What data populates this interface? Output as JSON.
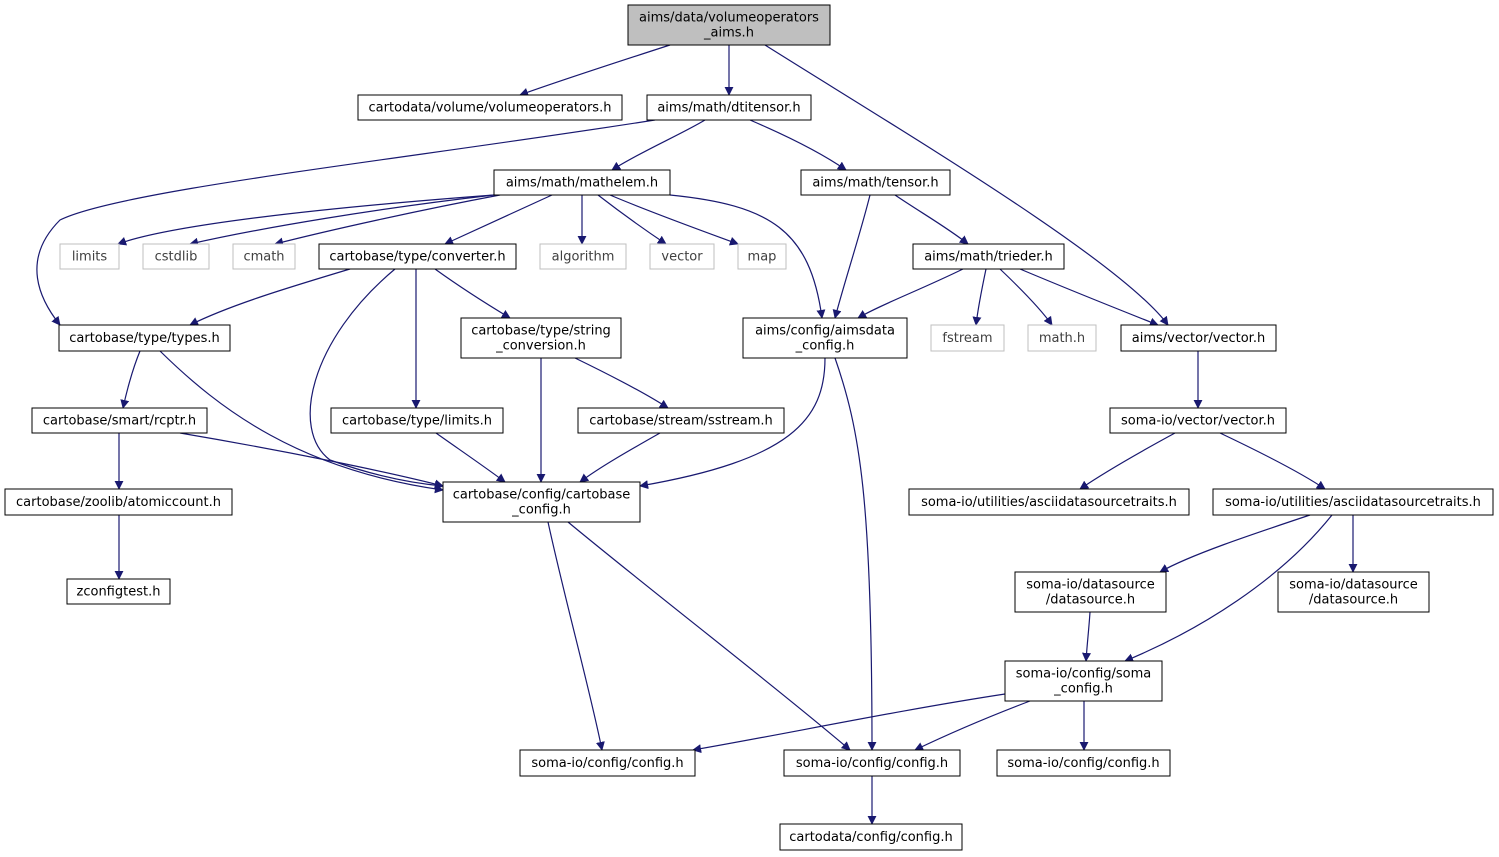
{
  "colors": {
    "edge": "#191970",
    "node_border": "#000000",
    "node_border_ext": "#bfbfbf",
    "root_fill": "#bfbfbf",
    "node_fill": "#ffffff",
    "ext_text": "#404040"
  },
  "nodes": [
    {
      "id": "n0",
      "lines": [
        "aims/data/volumeoperators",
        "_aims.h"
      ],
      "kind": "root"
    },
    {
      "id": "n1",
      "lines": [
        "cartodata/volume/volumeoperators.h"
      ],
      "kind": "local"
    },
    {
      "id": "n2",
      "lines": [
        "aims/math/dtitensor.h"
      ],
      "kind": "local"
    },
    {
      "id": "n3",
      "lines": [
        "aims/vector/vector.h"
      ],
      "kind": "local"
    },
    {
      "id": "n4",
      "lines": [
        "aims/math/mathelem.h"
      ],
      "kind": "local"
    },
    {
      "id": "n5",
      "lines": [
        "aims/math/tensor.h"
      ],
      "kind": "local"
    },
    {
      "id": "n6",
      "lines": [
        "limits"
      ],
      "kind": "system"
    },
    {
      "id": "n7",
      "lines": [
        "cstdlib"
      ],
      "kind": "system"
    },
    {
      "id": "n8",
      "lines": [
        "cmath"
      ],
      "kind": "system"
    },
    {
      "id": "n9",
      "lines": [
        "cartobase/type/converter.h"
      ],
      "kind": "local"
    },
    {
      "id": "n10",
      "lines": [
        "algorithm"
      ],
      "kind": "system"
    },
    {
      "id": "n11",
      "lines": [
        "vector"
      ],
      "kind": "system"
    },
    {
      "id": "n12",
      "lines": [
        "map"
      ],
      "kind": "system"
    },
    {
      "id": "n13",
      "lines": [
        "aims/math/trieder.h"
      ],
      "kind": "local"
    },
    {
      "id": "n14",
      "lines": [
        "cartobase/type/types.h"
      ],
      "kind": "local"
    },
    {
      "id": "n15",
      "lines": [
        "cartobase/type/string",
        "_conversion.h"
      ],
      "kind": "local"
    },
    {
      "id": "n16",
      "lines": [
        "aims/config/aimsdata",
        "_config.h"
      ],
      "kind": "local"
    },
    {
      "id": "n17",
      "lines": [
        "fstream"
      ],
      "kind": "system"
    },
    {
      "id": "n18",
      "lines": [
        "math.h"
      ],
      "kind": "system"
    },
    {
      "id": "n19",
      "lines": [
        "cartobase/smart/rcptr.h"
      ],
      "kind": "local"
    },
    {
      "id": "n20",
      "lines": [
        "cartobase/type/limits.h"
      ],
      "kind": "local"
    },
    {
      "id": "n21",
      "lines": [
        "cartobase/stream/sstream.h"
      ],
      "kind": "local"
    },
    {
      "id": "n22",
      "lines": [
        "soma-io/vector/vector.h"
      ],
      "kind": "local"
    },
    {
      "id": "n23",
      "lines": [
        "cartobase/zoolib/atomiccount.h"
      ],
      "kind": "local"
    },
    {
      "id": "n24",
      "lines": [
        "cartobase/config/cartobase",
        "_config.h"
      ],
      "kind": "local"
    },
    {
      "id": "n25",
      "lines": [
        "soma-io/utilities/asciidatasourcetraits.h"
      ],
      "kind": "local"
    },
    {
      "id": "n26",
      "lines": [
        "soma-io/utilities/asciidatasourcetraits.h"
      ],
      "kind": "local"
    },
    {
      "id": "n27",
      "lines": [
        "zconfigtest.h"
      ],
      "kind": "local"
    },
    {
      "id": "n28",
      "lines": [
        "soma-io/datasource",
        "/datasource.h"
      ],
      "kind": "local"
    },
    {
      "id": "n29",
      "lines": [
        "soma-io/datasource",
        "/datasource.h"
      ],
      "kind": "local"
    },
    {
      "id": "n30",
      "lines": [
        "soma-io/config/soma",
        "_config.h"
      ],
      "kind": "local"
    },
    {
      "id": "n31",
      "lines": [
        "soma-io/config/config.h"
      ],
      "kind": "local"
    },
    {
      "id": "n32",
      "lines": [
        "soma-io/config/config.h"
      ],
      "kind": "local"
    },
    {
      "id": "n33",
      "lines": [
        "soma-io/config/config.h"
      ],
      "kind": "local"
    },
    {
      "id": "n34",
      "lines": [
        "cartodata/config/config.h"
      ],
      "kind": "local"
    }
  ],
  "edges": [
    [
      "n0",
      "n1"
    ],
    [
      "n0",
      "n2"
    ],
    [
      "n0",
      "n3"
    ],
    [
      "n2",
      "n4"
    ],
    [
      "n2",
      "n5"
    ],
    [
      "n2",
      "n14"
    ],
    [
      "n4",
      "n6"
    ],
    [
      "n4",
      "n7"
    ],
    [
      "n4",
      "n8"
    ],
    [
      "n4",
      "n9"
    ],
    [
      "n4",
      "n10"
    ],
    [
      "n4",
      "n11"
    ],
    [
      "n4",
      "n12"
    ],
    [
      "n4",
      "n16"
    ],
    [
      "n5",
      "n13"
    ],
    [
      "n5",
      "n16"
    ],
    [
      "n13",
      "n16"
    ],
    [
      "n13",
      "n17"
    ],
    [
      "n13",
      "n18"
    ],
    [
      "n13",
      "n3"
    ],
    [
      "n9",
      "n14"
    ],
    [
      "n9",
      "n15"
    ],
    [
      "n9",
      "n20"
    ],
    [
      "n9",
      "n24"
    ],
    [
      "n14",
      "n19"
    ],
    [
      "n14",
      "n24"
    ],
    [
      "n15",
      "n21"
    ],
    [
      "n15",
      "n24"
    ],
    [
      "n16",
      "n24"
    ],
    [
      "n16",
      "n32"
    ],
    [
      "n19",
      "n23"
    ],
    [
      "n19",
      "n24"
    ],
    [
      "n20",
      "n24"
    ],
    [
      "n21",
      "n24"
    ],
    [
      "n23",
      "n27"
    ],
    [
      "n24",
      "n31"
    ],
    [
      "n24",
      "n32"
    ],
    [
      "n3",
      "n22"
    ],
    [
      "n22",
      "n25"
    ],
    [
      "n22",
      "n26"
    ],
    [
      "n26",
      "n28"
    ],
    [
      "n26",
      "n29"
    ],
    [
      "n26",
      "n30"
    ],
    [
      "n28",
      "n30"
    ],
    [
      "n30",
      "n31"
    ],
    [
      "n30",
      "n32"
    ],
    [
      "n30",
      "n33"
    ],
    [
      "n32",
      "n34"
    ]
  ]
}
